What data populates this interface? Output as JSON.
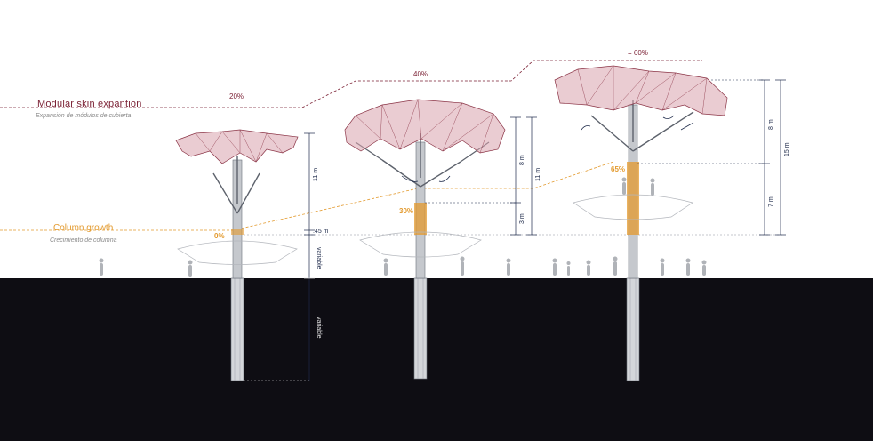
{
  "legend": {
    "skin_title": "Modular skin expantion",
    "skin_subtitle": "Expansión de módulos de cubierta",
    "column_title": "Column growth",
    "column_subtitle": "Crecimiento de columna"
  },
  "percentages": {
    "skin": [
      "20%",
      "40%",
      "= 60%"
    ],
    "column": [
      "0%",
      "30%",
      "65%"
    ]
  },
  "dimensions": {
    "t1_canopy": "11 m",
    "t1_base": ".45 m",
    "t1_variable_above": "variable",
    "t1_variable_below": "variable",
    "t2_canopy": "8 m",
    "t2_total": "11 m",
    "t2_base": "3 m",
    "t3_canopy": "8 m",
    "t3_base": "7 m",
    "t3_total": "15 m"
  },
  "colors": {
    "skin_accent": "#7a1f33",
    "column_accent": "#e39a2e",
    "ground": "#0e0d13",
    "dimension": "#1e2a4a",
    "canopy_fill": "#d9a3ad"
  }
}
